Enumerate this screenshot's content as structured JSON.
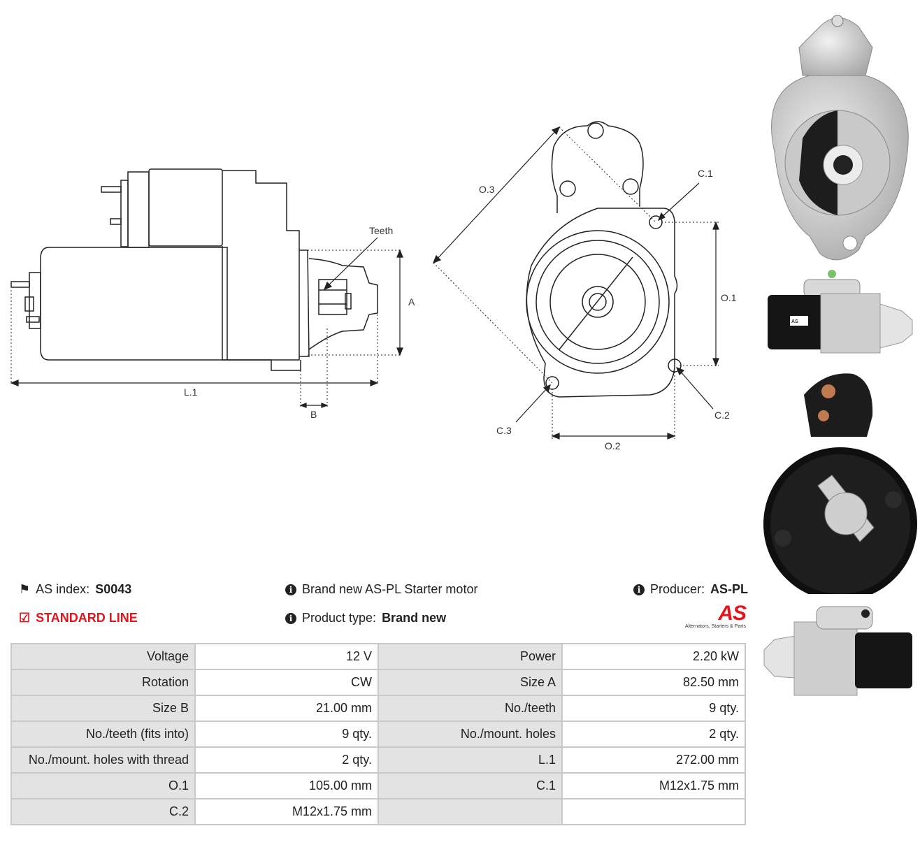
{
  "diagram": {
    "side_labels": {
      "teeth": "Teeth",
      "a": "A",
      "b": "B",
      "l1": "L.1"
    },
    "front_labels": {
      "o1": "O.1",
      "o2": "O.2",
      "o3": "O.3",
      "c1": "C.1",
      "c2": "C.2",
      "c3": "C.3"
    }
  },
  "header": {
    "as_index_label": "AS index:",
    "as_index_value": "S0043",
    "standard_line": "STANDARD LINE",
    "brand_text": "Brand new AS-PL Starter motor",
    "product_type_label": "Product type:",
    "product_type_value": "Brand new",
    "producer_label": "Producer:",
    "producer_value": "AS-PL",
    "logo_text": "AS",
    "logo_tagline": "Alternators, Starters & Parts"
  },
  "specs": [
    {
      "l1": "Voltage",
      "v1": "12 V",
      "l2": "Power",
      "v2": "2.20 kW"
    },
    {
      "l1": "Rotation",
      "v1": "CW",
      "l2": "Size A",
      "v2": "82.50 mm"
    },
    {
      "l1": "Size B",
      "v1": "21.00 mm",
      "l2": "No./teeth",
      "v2": "9 qty."
    },
    {
      "l1": "No./teeth (fits into)",
      "v1": "9 qty.",
      "l2": "No./mount. holes",
      "v2": "2 qty."
    },
    {
      "l1": "No./mount. holes with thread",
      "v1": "2 qty.",
      "l2": "L.1",
      "v2": "272.00 mm"
    },
    {
      "l1": "O.1",
      "v1": "105.00 mm",
      "l2": "C.1",
      "v2": "M12x1.75 mm"
    },
    {
      "l1": "C.2",
      "v1": "M12x1.75 mm",
      "l2": "",
      "v2": ""
    }
  ],
  "colors": {
    "accent": "#e3141b",
    "label_bg": "#e3e3e3",
    "border": "#c9c9c9"
  }
}
